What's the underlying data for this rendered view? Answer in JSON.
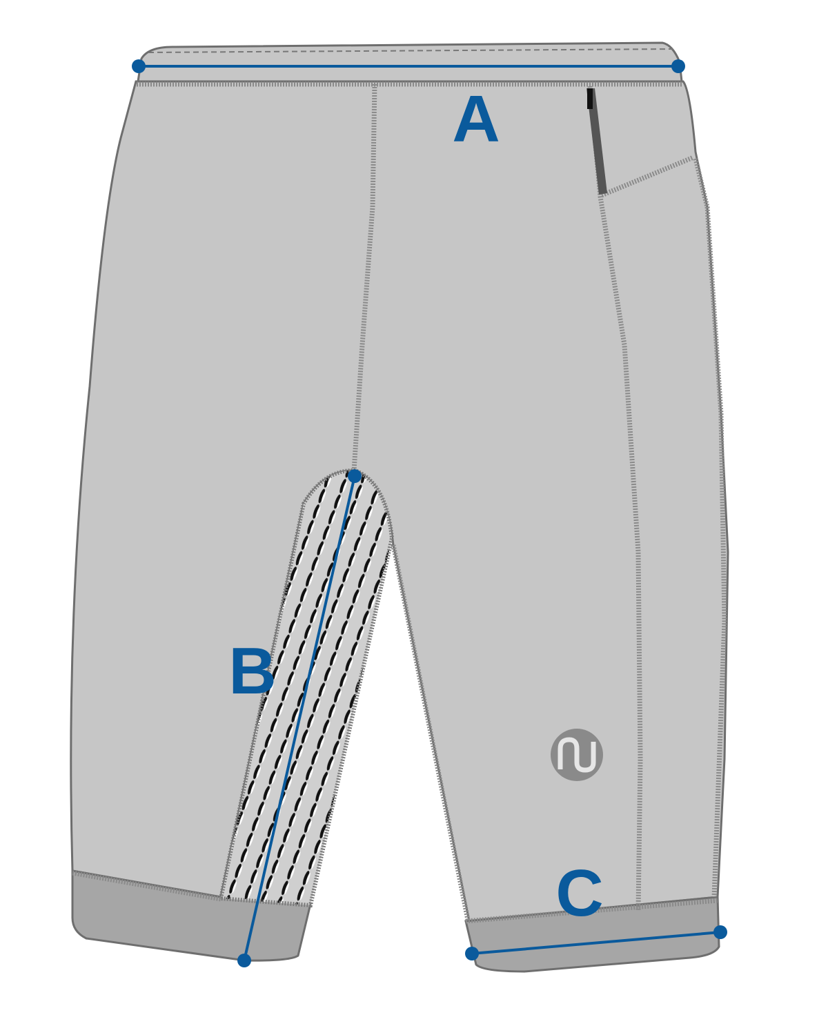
{
  "diagram": {
    "subject": "shorts",
    "measurements": [
      {
        "label": "A"
      },
      {
        "label": "B"
      },
      {
        "label": "C"
      }
    ],
    "logo_text": "nu",
    "colors": {
      "fabric": "#c6c6c6",
      "cuff": "#a6a6a6",
      "outline": "#6e6e6e",
      "stitch": "#8a8a8a",
      "measure": "#0a5a9c"
    }
  }
}
